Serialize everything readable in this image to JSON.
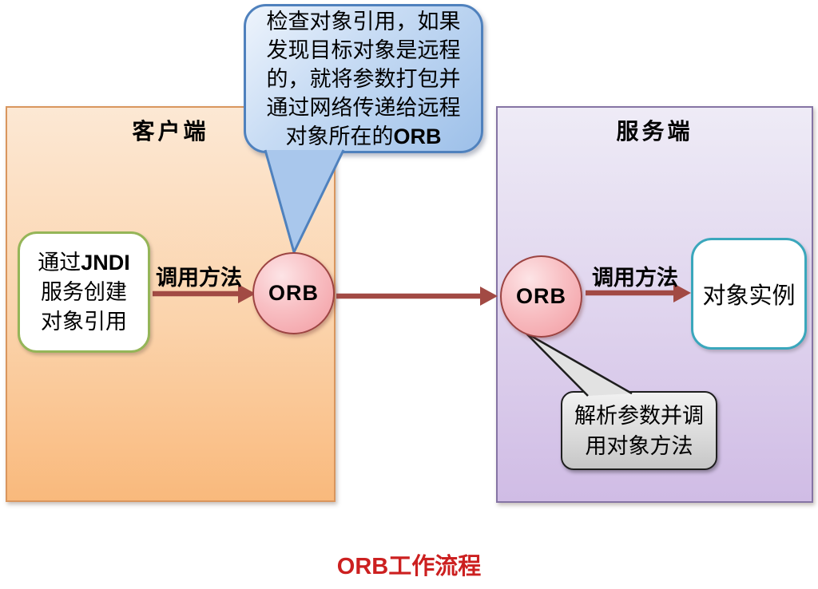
{
  "diagram_title": "ORB工作流程",
  "client_panel": {
    "label": "客户端",
    "jndi_box": {
      "line1_prefix": "通过",
      "line1_bold": "JNDI",
      "line2": "服务创建",
      "line3": "对象引用"
    },
    "call_arrow_label": "调用方法",
    "orb_label": "ORB"
  },
  "server_panel": {
    "label": "服务端",
    "orb_label": "ORB",
    "call_arrow_label": "调用方法",
    "instance_box_label": "对象实例",
    "callout": {
      "line1": "解析参数并调",
      "line2": "用对象方法"
    }
  },
  "network_callout": {
    "line1": "检查对象引用，如果",
    "line2": "发现目标对象是远程",
    "line3": "的，就将参数打包并",
    "line4": "通过网络传递给远程",
    "line5_prefix": "对象所在的",
    "line5_bold": "ORB"
  },
  "colors": {
    "client_box_border": "#d9965e",
    "client_box_fill_top": "#fce8d4",
    "client_box_fill_bottom": "#f9b97c",
    "server_box_border": "#8574a4",
    "server_box_fill_top": "#eeebf6",
    "server_box_fill_bottom": "#d0bce5",
    "callout_blue_border": "#4f81bd",
    "callout_blue_fill": "#aecbee",
    "orb_circle_border": "#9c4442",
    "orb_circle_fill": "#f8bfc3",
    "jndi_box_border": "#95b558",
    "instance_box_border": "#3aa7bc",
    "gray_callout_border": "#1e1e1e",
    "gray_callout_fill": "#d9d9d9",
    "arrow_color": "#a24a44",
    "title_color": "#cc2020"
  }
}
